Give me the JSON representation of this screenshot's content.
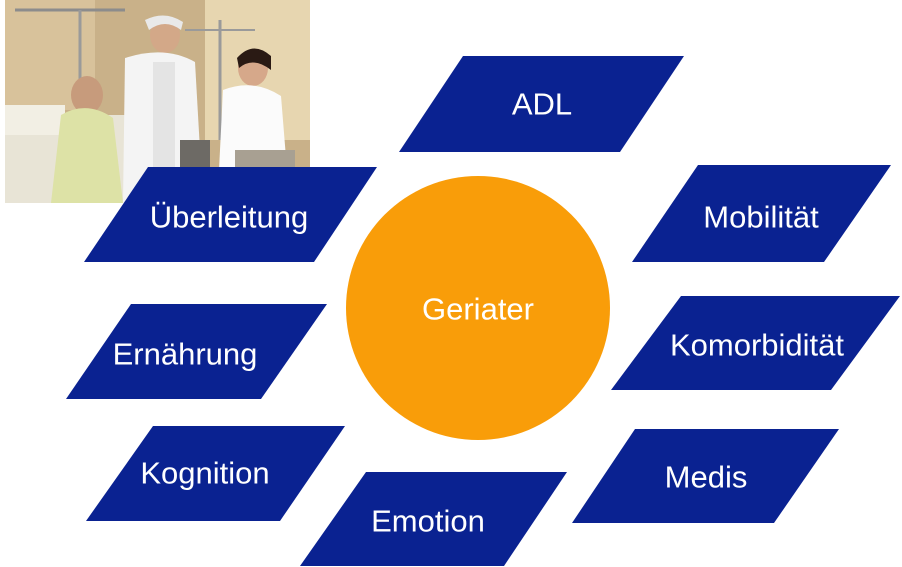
{
  "diagram": {
    "center": {
      "label": "Geriater",
      "color": "#F99D09"
    },
    "node_color": "#0A2291",
    "text_color": "#FFFFFF",
    "nodes": [
      {
        "id": "adl",
        "label": "ADL"
      },
      {
        "id": "mobilitaet",
        "label": "Mobilität"
      },
      {
        "id": "komorbiditaet",
        "label": "Komorbidität"
      },
      {
        "id": "medis",
        "label": "Medis"
      },
      {
        "id": "emotion",
        "label": "Emotion"
      },
      {
        "id": "kognition",
        "label": "Kognition"
      },
      {
        "id": "ernaehrung",
        "label": "Ernährung"
      },
      {
        "id": "ueberleitung",
        "label": "Überleitung"
      }
    ]
  },
  "photo": {
    "subject": "hospital-ward-scene"
  }
}
